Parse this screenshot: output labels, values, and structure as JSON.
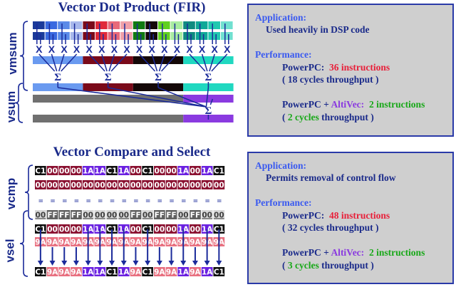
{
  "top": {
    "title": "Vector Dot Product (FIR)",
    "labels": {
      "vmsum": "vmsum",
      "vsum": "vsum"
    },
    "multiply_symbol": "X",
    "sum_symbol": "Σ",
    "input_colors": [
      "#1a3a9a",
      "#3a6ae0",
      "#5a8ae8",
      "#a8b8ec",
      "#7a0a1a",
      "#e02a3a",
      "#e86a7a",
      "#f0a0a8",
      "#107a10",
      "#140808",
      "#60d020",
      "#a8ecA0",
      "#108a80",
      "#10a898",
      "#20c8b0",
      "#70e0d0"
    ],
    "sum_colors": [
      "#6a9af0",
      "#7a0a1a",
      "#140808",
      "#20d8c0"
    ],
    "vsum_colors": {
      "gray": "#707070",
      "purple": "#8a3ae0"
    }
  },
  "bottom": {
    "title": "Vector Compare and Select",
    "labels": {
      "vcmp": "vcmp",
      "vsel": "vsel"
    },
    "row_a": [
      "C1",
      "00",
      "00",
      "00",
      "1A",
      "1A",
      "C1",
      "1A",
      "00",
      "C1",
      "00",
      "00",
      "1A",
      "00",
      "1A",
      "C1"
    ],
    "row_zero": [
      "00",
      "00",
      "00",
      "00",
      "00",
      "00",
      "00",
      "00",
      "00",
      "00",
      "00",
      "00",
      "00",
      "00",
      "00",
      "00"
    ],
    "equals": "=",
    "mask": [
      "00",
      "FF",
      "FF",
      "FF",
      "00",
      "00",
      "00",
      "00",
      "FF",
      "00",
      "FF",
      "FF",
      "00",
      "FF",
      "00",
      "00"
    ],
    "row_b": [
      "9A",
      "9A",
      "9A",
      "9A",
      "9A",
      "9A",
      "9A",
      "9A",
      "9A",
      "9A",
      "9A",
      "9A",
      "9A",
      "9A",
      "9A",
      "9A"
    ],
    "result": [
      "C1",
      "9A",
      "9A",
      "9A",
      "1A",
      "1A",
      "C1",
      "1A",
      "9A",
      "C1",
      "9A",
      "9A",
      "1A",
      "9A",
      "1A",
      "C1"
    ],
    "cell_colors": {
      "C1": "#101010",
      "00": "#8a1030",
      "1A": "#6a20e0",
      "9A": "#e87080",
      "FF": "#606060",
      "mask00": "#d8d8d8"
    }
  },
  "panels": [
    {
      "app_label": "Application:",
      "app_text": "Used heavily in DSP code",
      "perf_label": "Performance:",
      "ppc": "PowerPC:",
      "ppc_count": "36 instructions",
      "ppc_cycles": "( 18 cycles throughput )",
      "av_ppc": "PowerPC +",
      "av_name": "AltiVec:",
      "av_count": "2 instructions",
      "av_open": "(",
      "av_cycles": "2 cycles",
      "av_rest": "throughput )"
    },
    {
      "app_label": "Application:",
      "app_text": "Permits removal of control flow",
      "perf_label": "Performance:",
      "ppc": "PowerPC:",
      "ppc_count": "48 instructions",
      "ppc_cycles": "( 32 cycles throughput )",
      "av_ppc": "PowerPC +",
      "av_name": "AltiVec:",
      "av_count": "2 instructions",
      "av_open": "(",
      "av_cycles": "3 cycles",
      "av_rest": "throughput )"
    }
  ]
}
